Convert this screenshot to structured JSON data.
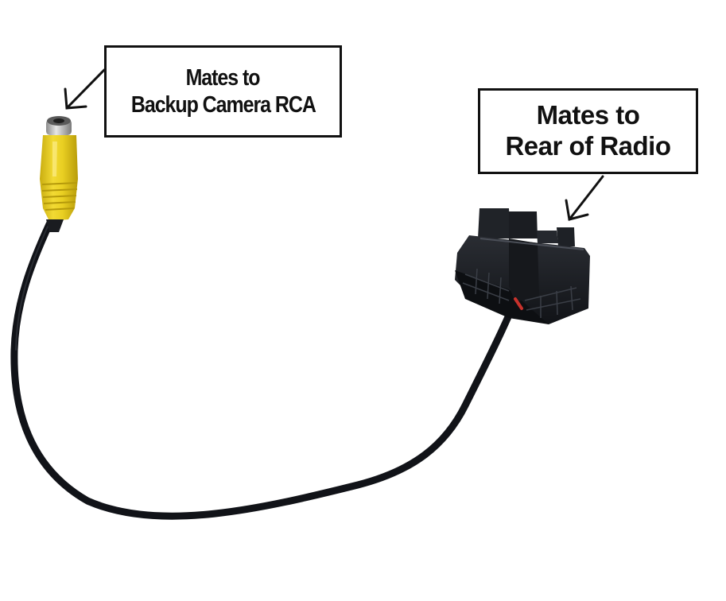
{
  "callouts": {
    "camera": {
      "line1": "Mates",
      "line1b": "to",
      "line2": "Backup Camera RCA"
    },
    "radio": {
      "line1": "Mates to",
      "line2": "Rear of Radio"
    }
  },
  "colors": {
    "background": "#ffffff",
    "cable": "#111318",
    "rca_jack": "#e8cf1e",
    "connector": "#16181c",
    "outline": "#111111"
  }
}
